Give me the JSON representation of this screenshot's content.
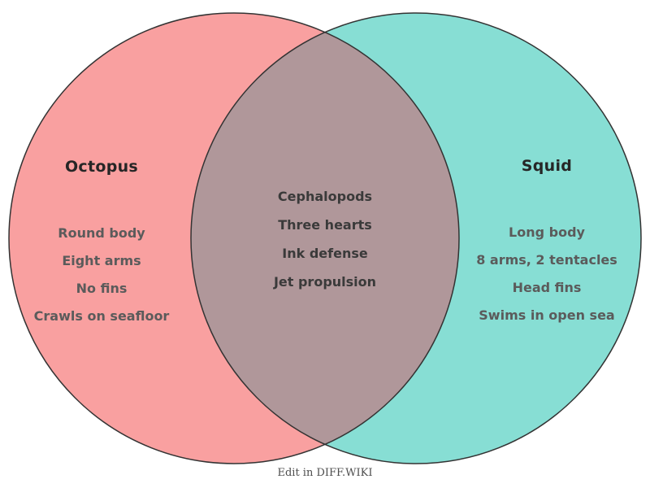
{
  "diagram": {
    "type": "venn",
    "left": {
      "title": "Octopus",
      "color": "#F9A0A0",
      "items": [
        "Round body",
        "Eight arms",
        "No fins",
        "Crawls on seafloor"
      ]
    },
    "right": {
      "title": "Squid",
      "color": "#87DED4",
      "items": [
        "Long body",
        "8 arms, 2 tentacles",
        "Head fins",
        "Swims in open sea"
      ]
    },
    "intersection": {
      "color": "#B0979A",
      "items": [
        "Cephalopods",
        "Three hearts",
        "Ink defense",
        "Jet propulsion"
      ]
    },
    "stroke_color": "#333333"
  },
  "footer": {
    "text": "Edit in DIFF.WIKI"
  }
}
